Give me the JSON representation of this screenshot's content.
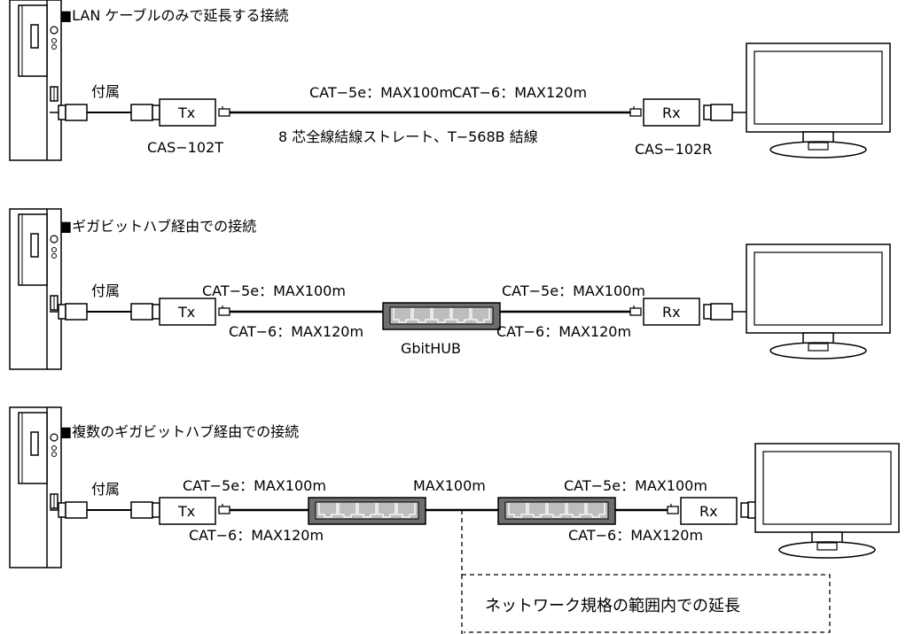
{
  "section1": {
    "title": "■LAN ケーブルのみで延長する接続",
    "attached": "付属",
    "tx": "Tx",
    "rx": "Rx",
    "cable_spec_1": "CAT−5e：MAX100m",
    "cable_spec_2": "CAT−6：MAX120m",
    "tx_model": "CAS−102T",
    "rx_model": "CAS−102R",
    "wiring_note": "8 芯全線結線ストレート、T−568B 結線"
  },
  "section2": {
    "title": "■ギガビットハブ経由での接続",
    "attached": "付属",
    "tx": "Tx",
    "rx": "Rx",
    "left_cat5e": "CAT−5e：MAX100m",
    "left_cat6": "CAT−6：MAX120m",
    "right_cat5e": "CAT−5e：MAX100m",
    "right_cat6": "CAT−6：MAX120m",
    "hub_label": "GbitHUB"
  },
  "section3": {
    "title": "■複数のギガビットハブ経由での接続",
    "attached": "付属",
    "tx": "Tx",
    "rx": "Rx",
    "left_cat5e": "CAT−5e：MAX100m",
    "left_cat6": "CAT−6：MAX120m",
    "middle": "MAX100m",
    "right_cat5e": "CAT−5e：MAX100m",
    "right_cat6": "CAT−6：MAX120m",
    "network_note": "ネットワーク規格の範囲内での延長"
  }
}
